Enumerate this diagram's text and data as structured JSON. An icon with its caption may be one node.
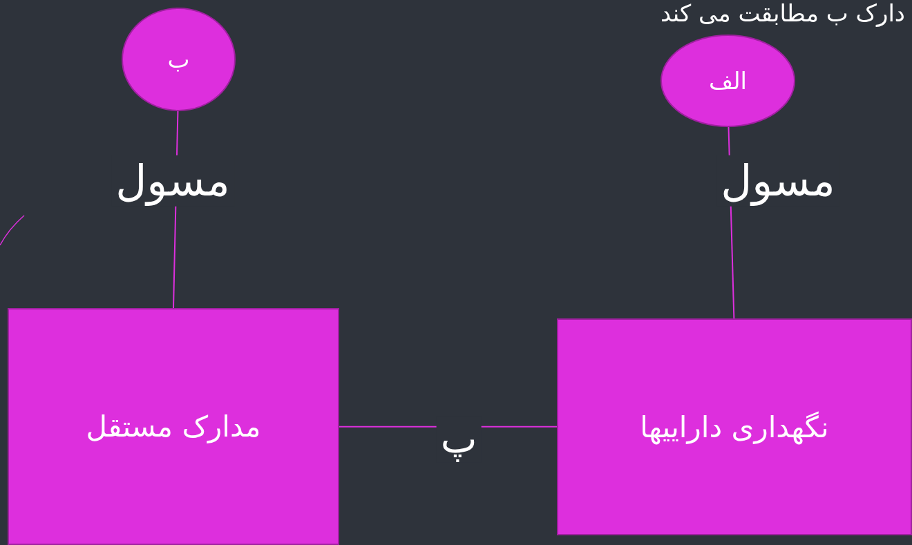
{
  "diagram": {
    "title": "دارک ب مطابقت می کند",
    "nodes": [
      {
        "text": [
          "ب"
        ]
      },
      {
        "text": [
          "الف"
        ]
      },
      {
        "text": [
          "مدارک مستقل"
        ]
      },
      {
        "text": [
          "نگهداری داراییها"
        ]
      }
    ],
    "edges": [
      {
        "from": 0,
        "to": 2,
        "arrow": "none",
        "label": "مسول"
      },
      {
        "from": 1,
        "to": 3,
        "arrow": "none",
        "label": "مسول"
      },
      {
        "from": 2,
        "to": 3,
        "arrow": "none",
        "label": "پ"
      }
    ]
  }
}
